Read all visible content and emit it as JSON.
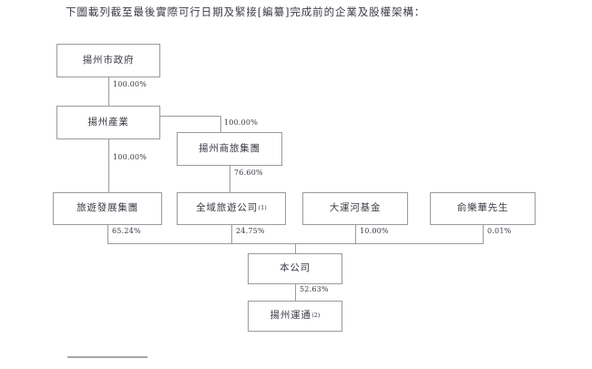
{
  "caption": "下圖載列截至最後實際可行日期及緊接[編纂]完成前的企業及股權架構：",
  "chart_data": {
    "type": "diagram",
    "title": "下圖載列截至最後實際可行日期及緊接[編纂]完成前的企業及股權架構：",
    "nodes": [
      {
        "id": "yangzhou-municipal-government",
        "label": "揚州市政府",
        "superscript": ""
      },
      {
        "id": "yangzhou-industry",
        "label": "揚州產業",
        "superscript": ""
      },
      {
        "id": "yangzhou-commerce-travel-group",
        "label": "揚州商旅集團",
        "superscript": ""
      },
      {
        "id": "tourism-development-group",
        "label": "旅遊發展集團",
        "superscript": ""
      },
      {
        "id": "quanyu-tourism-company",
        "label": "全域旅遊公司",
        "superscript": "(1)"
      },
      {
        "id": "grand-canal-fund",
        "label": "大運河基金",
        "superscript": ""
      },
      {
        "id": "mr-yu-lehua",
        "label": "俞樂華先生",
        "superscript": ""
      },
      {
        "id": "the-company",
        "label": "本公司",
        "superscript": ""
      },
      {
        "id": "yangzhou-yuntong",
        "label": "揚州運通",
        "superscript": "(2)"
      }
    ],
    "edges": [
      {
        "from": "yangzhou-municipal-government",
        "to": "yangzhou-industry",
        "percent": "100.00%"
      },
      {
        "from": "yangzhou-industry",
        "to": "yangzhou-commerce-travel-group",
        "percent": "100.00%"
      },
      {
        "from": "yangzhou-industry",
        "to": "tourism-development-group",
        "percent": "100.00%"
      },
      {
        "from": "yangzhou-commerce-travel-group",
        "to": "quanyu-tourism-company",
        "percent": "76.60%"
      },
      {
        "from": "tourism-development-group",
        "to": "the-company",
        "percent": "65.24%"
      },
      {
        "from": "quanyu-tourism-company",
        "to": "the-company",
        "percent": "24.75%"
      },
      {
        "from": "grand-canal-fund",
        "to": "the-company",
        "percent": "10.00%"
      },
      {
        "from": "mr-yu-lehua",
        "to": "the-company",
        "percent": "0.01%"
      },
      {
        "from": "the-company",
        "to": "yangzhou-yuntong",
        "percent": "52.63%"
      }
    ]
  },
  "nodes": {
    "government": {
      "label": "揚州市政府"
    },
    "industry": {
      "label": "揚州產業"
    },
    "commerce_travel": {
      "label": "揚州商旅集團"
    },
    "tourism_dev": {
      "label": "旅遊發展集團"
    },
    "quanyu": {
      "label": "全域旅遊公司",
      "superscript": "(1)"
    },
    "canal_fund": {
      "label": "大運河基金"
    },
    "yu_lehua": {
      "label": "俞樂華先生"
    },
    "company": {
      "label": "本公司"
    },
    "yuntong": {
      "label": "揚州運通",
      "superscript": "(2)"
    }
  },
  "percents": {
    "gov_to_industry": "100.00%",
    "industry_to_commerce": "100.00%",
    "industry_to_tourism": "100.00%",
    "commerce_to_quanyu": "76.60%",
    "tourism_to_company": "65.24%",
    "quanyu_to_company": "24.75%",
    "fund_to_company": "10.00%",
    "yu_to_company": "0.01%",
    "company_to_yuntong": "52.63%"
  },
  "colors": {
    "border": "#9a9aa2",
    "text": "#3a3a44",
    "background": "#ffffff"
  }
}
